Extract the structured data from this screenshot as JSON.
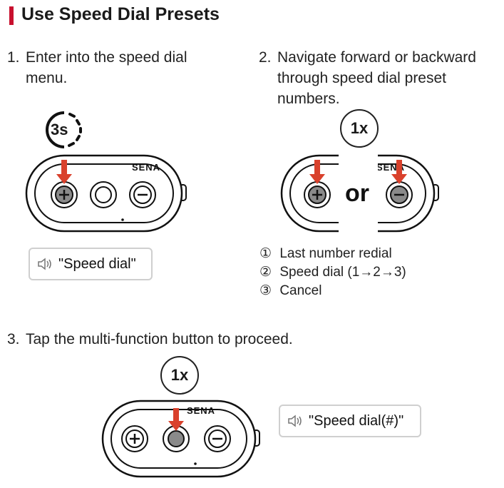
{
  "section": {
    "title": "Use Speed Dial Presets"
  },
  "steps": [
    {
      "number": "1.",
      "line1": "Enter into the speed dial",
      "line2": "menu.",
      "line3": ""
    },
    {
      "number": "2.",
      "line1": "Navigate forward or backward",
      "line2": "through speed dial preset",
      "line3": "numbers."
    },
    {
      "number": "3.",
      "line1": "Tap the multi-function button to proceed.",
      "line2": "",
      "line3": ""
    }
  ],
  "hold_badge": {
    "label": "3s"
  },
  "tap_badge_step2": {
    "label": "1x"
  },
  "tap_badge_step3": {
    "label": "1x"
  },
  "or_label": "or",
  "device": {
    "brand": "SENA"
  },
  "voice_prompts": [
    {
      "text": "\"Speed dial\""
    },
    {
      "text": "\"Speed dial(#)\""
    }
  ],
  "menu_options": [
    {
      "marker": "①",
      "label": "Last number redial"
    },
    {
      "marker": "②",
      "label": "Speed dial (1→2→3)"
    },
    {
      "marker": "③",
      "label": "Cancel"
    }
  ],
  "colors": {
    "accent": "#c8102e",
    "arrow": "#d9412c",
    "pressed_button": "#8a8a8a"
  }
}
